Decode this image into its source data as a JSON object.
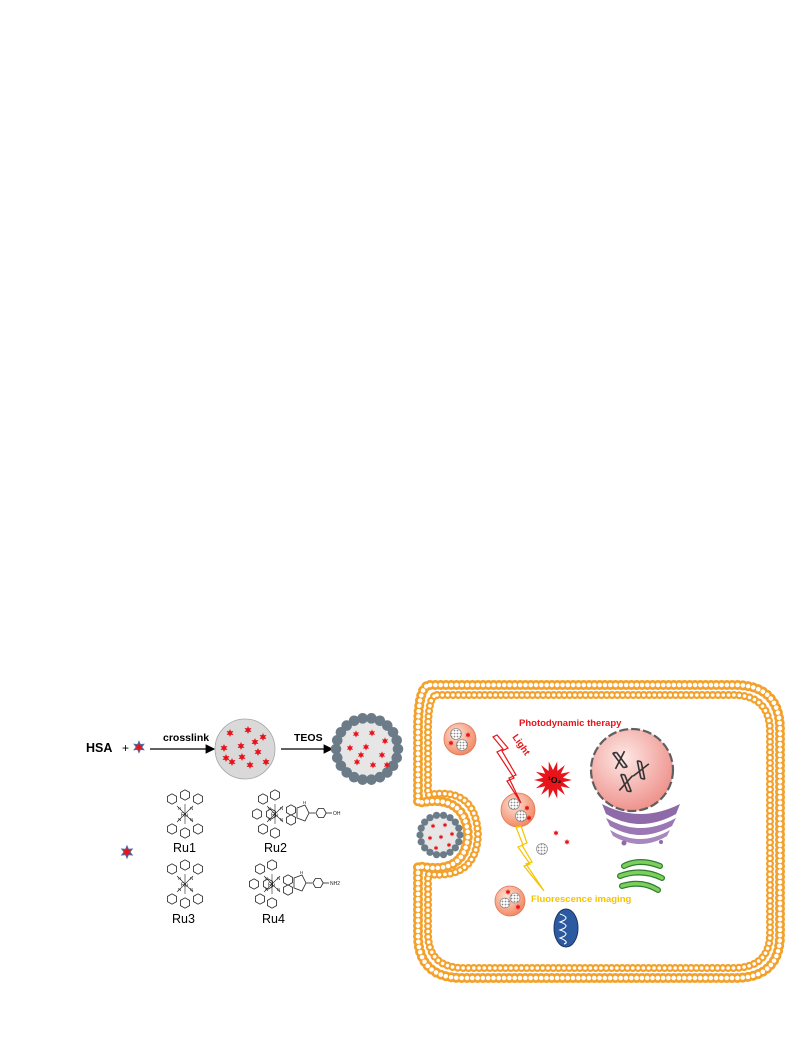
{
  "scheme": {
    "hsa_label": "HSA",
    "plus_sign": "+",
    "step1_label": "crosslink",
    "step2_label": "TEOS"
  },
  "complexes": [
    {
      "label": "Ru1"
    },
    {
      "label": "Ru2",
      "substituent": "OH"
    },
    {
      "label": "Ru3"
    },
    {
      "label": "Ru4",
      "substituent": "NH2"
    }
  ],
  "structure_atoms": {
    "metal": "Ru",
    "nitrogen": "N",
    "imidazole_nh": "H"
  },
  "cell": {
    "pdt_label": "Photodynamic therapy",
    "light_label": "Light",
    "singlet_oxygen_label": "¹O₂",
    "imaging_label": "Fluorescence imaging"
  },
  "colors": {
    "star_red": "#e8141b",
    "nanoparticle_gray": "#d9d9d9",
    "silica_shell": "#6b7b88",
    "membrane_orange": "#f4a12c",
    "pdt_red": "#e8141b",
    "imaging_yellow": "#f5c400",
    "vesicle_salmon": "#f7a283",
    "nucleus_pink": "#f6b3ad",
    "golgi_purple": "#8f6aa8",
    "er_green": "#5cba47",
    "mito_blue": "#2c5aa0"
  }
}
